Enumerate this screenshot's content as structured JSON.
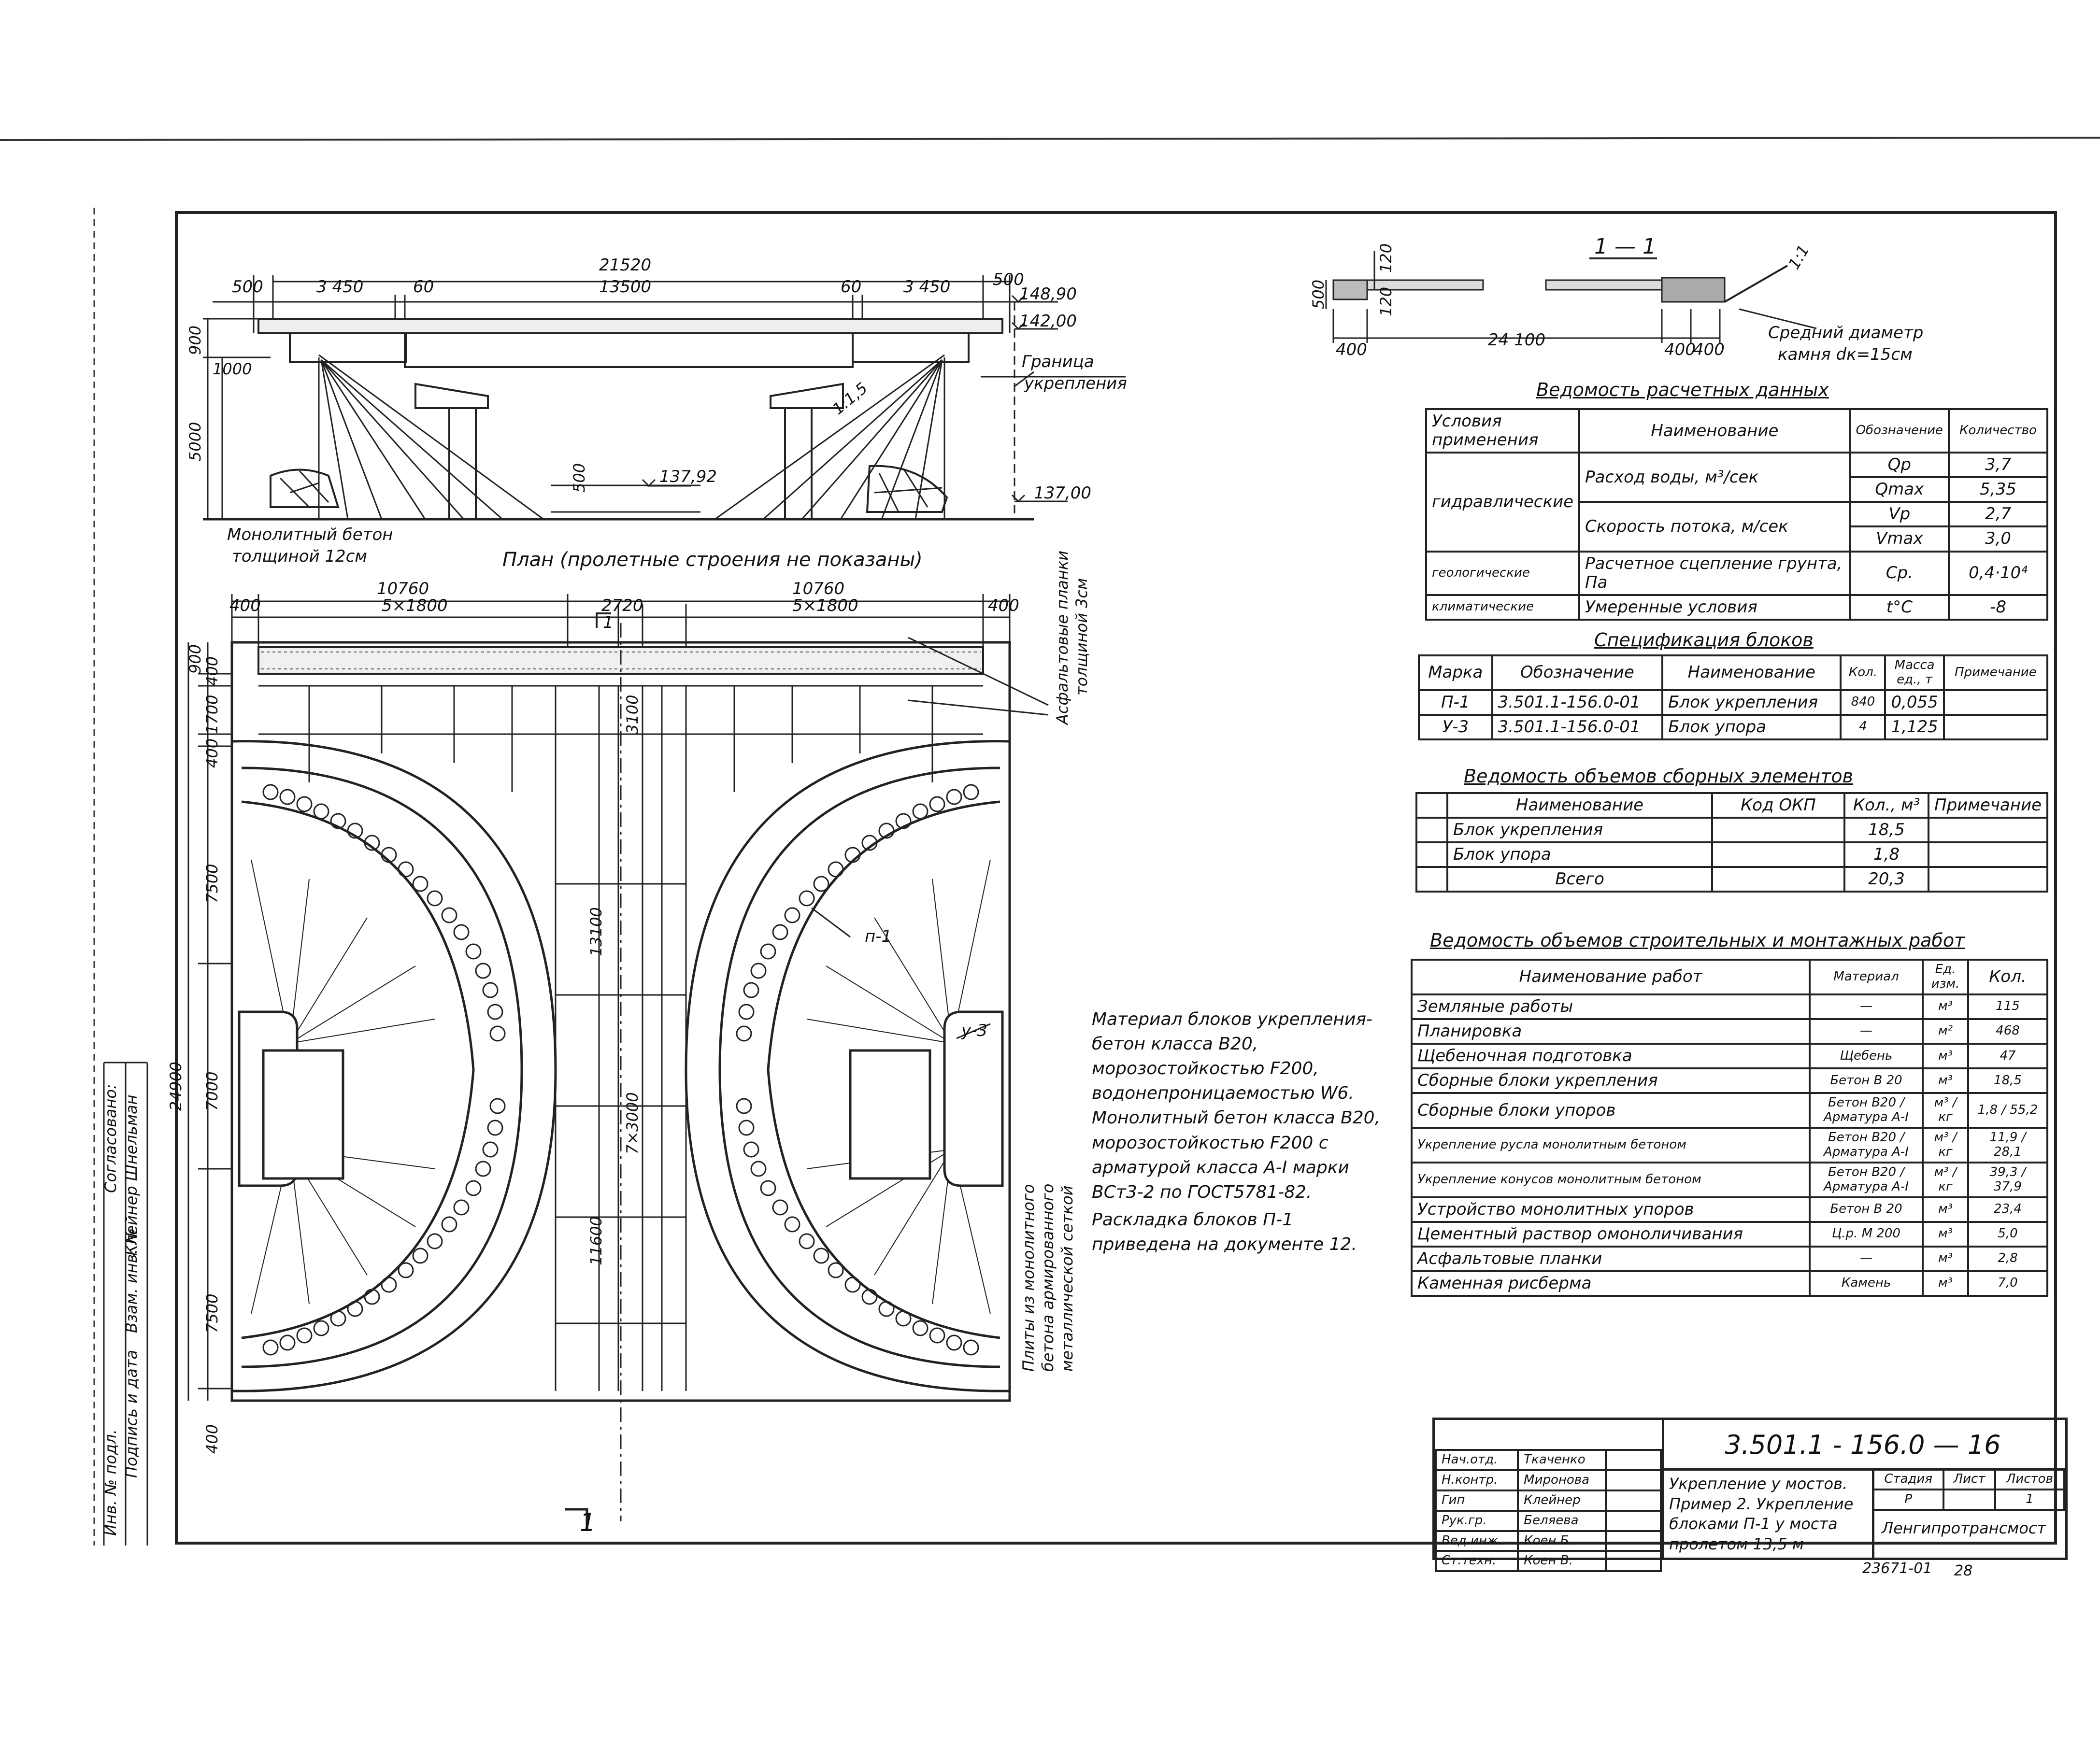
{
  "drawing_number": "3.501.1 - 156.0 — 16",
  "inventory_number": "23671-01",
  "page_number": "28",
  "organization": "Ленгипротрансмост",
  "sheet_title": "Укрепление у мостов. Пример 2. Укрепление блоками П-1 у моста пролетом 13,5 м",
  "stage_header": {
    "stage": "Стадия",
    "sheet": "Лист",
    "sheets": "Листов"
  },
  "stage_values": {
    "stage": "Р",
    "sheet": "",
    "sheets": "1"
  },
  "signatures": [
    {
      "role": "Нач.отд.",
      "name": "Ткаченко"
    },
    {
      "role": "Н.контр.",
      "name": "Миронова"
    },
    {
      "role": "Гип",
      "name": "Клейнер"
    },
    {
      "role": "Рук.гр.",
      "name": "Беляева"
    },
    {
      "role": "Вед.инж.",
      "name": "Коен Б."
    },
    {
      "role": "Ст.техн.",
      "name": "Коен В."
    }
  ],
  "left_strip": {
    "approved": "Согласовано:",
    "col1": "Инв. № подл.",
    "col2": "Подпись и дата",
    "col3": "Взам. инв. №",
    "names": "Клейнер Шнельман"
  },
  "elevation": {
    "dims_top": [
      "21520",
      "500",
      "3 450",
      "60",
      "13500",
      "60",
      "3 450",
      "500"
    ],
    "marks": [
      "148,90",
      "142,00",
      "137,92",
      "137,00"
    ],
    "left_dims": [
      "900",
      "1000",
      "5000"
    ],
    "mid_dim": "500",
    "slope": "1:1,5",
    "boundary_label_1": "Граница",
    "boundary_label_2": "укрепления",
    "monolith_label_1": "Монолитный бетон",
    "monolith_label_2": "толщиной 12см"
  },
  "plan": {
    "title": "План (пролетные строения не показаны)",
    "dims_top": [
      "10760",
      "10760",
      "400",
      "5×1800",
      "2720",
      "5×1800",
      "400"
    ],
    "left_dims": [
      "900",
      "400",
      "1700",
      "400",
      "7500",
      "7000",
      "7500",
      "400",
      "24900"
    ],
    "inner_dims": [
      "3100",
      "13100",
      "7×3000",
      "11600"
    ],
    "section_mark": "1",
    "asphalt_label_1": "Асфальтовые планки",
    "asphalt_label_2": "толщиной 3см",
    "plates_label_1": "Плиты из монолитного",
    "plates_label_2": "бетона армированного",
    "plates_label_3": "металлической сеткой",
    "label_p1": "п-1",
    "label_u3": "у-3"
  },
  "section": {
    "title": "1 — 1",
    "dims": [
      "120",
      "120",
      "500",
      "400",
      "24 100",
      "400",
      "400"
    ],
    "slope": "1:1",
    "stone_label_1": "Средний диаметр",
    "stone_label_2": "камня dк=15см"
  },
  "note": {
    "text": "Материал блоков укрепления-бетон класса В20, морозостойкостью F200, водонепроницаемостью W6. Монолитный бетон класса В20, морозостойкостью F200 с арматурой класса А-I марки ВСт3-2 по ГОСТ5781-82.",
    "text2": "Раскладка блоков П-1 приведена на документе 12."
  },
  "table_calc": {
    "title": "Ведомость расчетных данных",
    "headers": [
      "Условия применения",
      "Наименование",
      "Обозначение",
      "Количество"
    ],
    "rows": [
      {
        "cond": "гидравлические",
        "name": "Расход воды, м³/сек",
        "sym": "Qр",
        "val": "3,7"
      },
      {
        "cond": "",
        "name": "",
        "sym": "Qmax",
        "val": "5,35"
      },
      {
        "cond": "",
        "name": "Скорость потока, м/сек",
        "sym": "Vр",
        "val": "2,7"
      },
      {
        "cond": "",
        "name": "",
        "sym": "Vmax",
        "val": "3,0"
      },
      {
        "cond": "геологические",
        "name": "Расчетное сцепление грунта, Па",
        "sym": "Ср.",
        "val": "0,4·10⁴"
      },
      {
        "cond": "климатические",
        "name": "Умеренные условия",
        "sym": "t°С",
        "val": "-8"
      }
    ]
  },
  "table_spec": {
    "title": "Спецификация блоков",
    "headers": [
      "Марка",
      "Обозначение",
      "Наименование",
      "Кол.",
      "Масса ед., т",
      "Примечание"
    ],
    "rows": [
      [
        "П-1",
        "3.501.1-156.0-01",
        "Блок укрепления",
        "840",
        "0,055",
        ""
      ],
      [
        "У-3",
        "3.501.1-156.0-01",
        "Блок упора",
        "4",
        "1,125",
        ""
      ]
    ]
  },
  "table_vol": {
    "title": "Ведомость объемов сборных элементов",
    "headers": [
      "",
      "Наименование",
      "Код ОКП",
      "Кол., м³",
      "Примечание"
    ],
    "rows": [
      [
        "",
        "Блок укрепления",
        "",
        "18,5",
        ""
      ],
      [
        "",
        "Блок упора",
        "",
        "1,8",
        ""
      ],
      [
        "",
        "Всего",
        "",
        "20,3",
        ""
      ]
    ]
  },
  "table_works": {
    "title": "Ведомость объемов строительных и монтажных работ",
    "headers": [
      "Наименование работ",
      "Материал",
      "Ед. изм.",
      "Кол."
    ],
    "rows": [
      [
        "Земляные работы",
        "—",
        "м³",
        "115"
      ],
      [
        "Планировка",
        "—",
        "м²",
        "468"
      ],
      [
        "Щебеночная подготовка",
        "Щебень",
        "м³",
        "47"
      ],
      [
        "Сборные блоки укрепления",
        "Бетон В 20",
        "м³",
        "18,5"
      ],
      [
        "Сборные блоки упоров",
        "Бетон В20 / Арматура А-I",
        "м³ / кг",
        "1,8 / 55,2"
      ],
      [
        "Укрепление русла монолитным бетоном",
        "Бетон В20 / Арматура А-I",
        "м³ / кг",
        "11,9 / 28,1"
      ],
      [
        "Укрепление конусов монолитным бетоном",
        "Бетон В20 / Арматура А-I",
        "м³ / кг",
        "39,3 / 37,9"
      ],
      [
        "Устройство монолитных упоров",
        "Бетон В 20",
        "м³",
        "23,4"
      ],
      [
        "Цементный раствор омоноличивания",
        "Ц.р. М 200",
        "м³",
        "5,0"
      ],
      [
        "Асфальтовые планки",
        "—",
        "м³",
        "2,8"
      ],
      [
        "Каменная рисберма",
        "Камень",
        "м³",
        "7,0"
      ]
    ]
  }
}
